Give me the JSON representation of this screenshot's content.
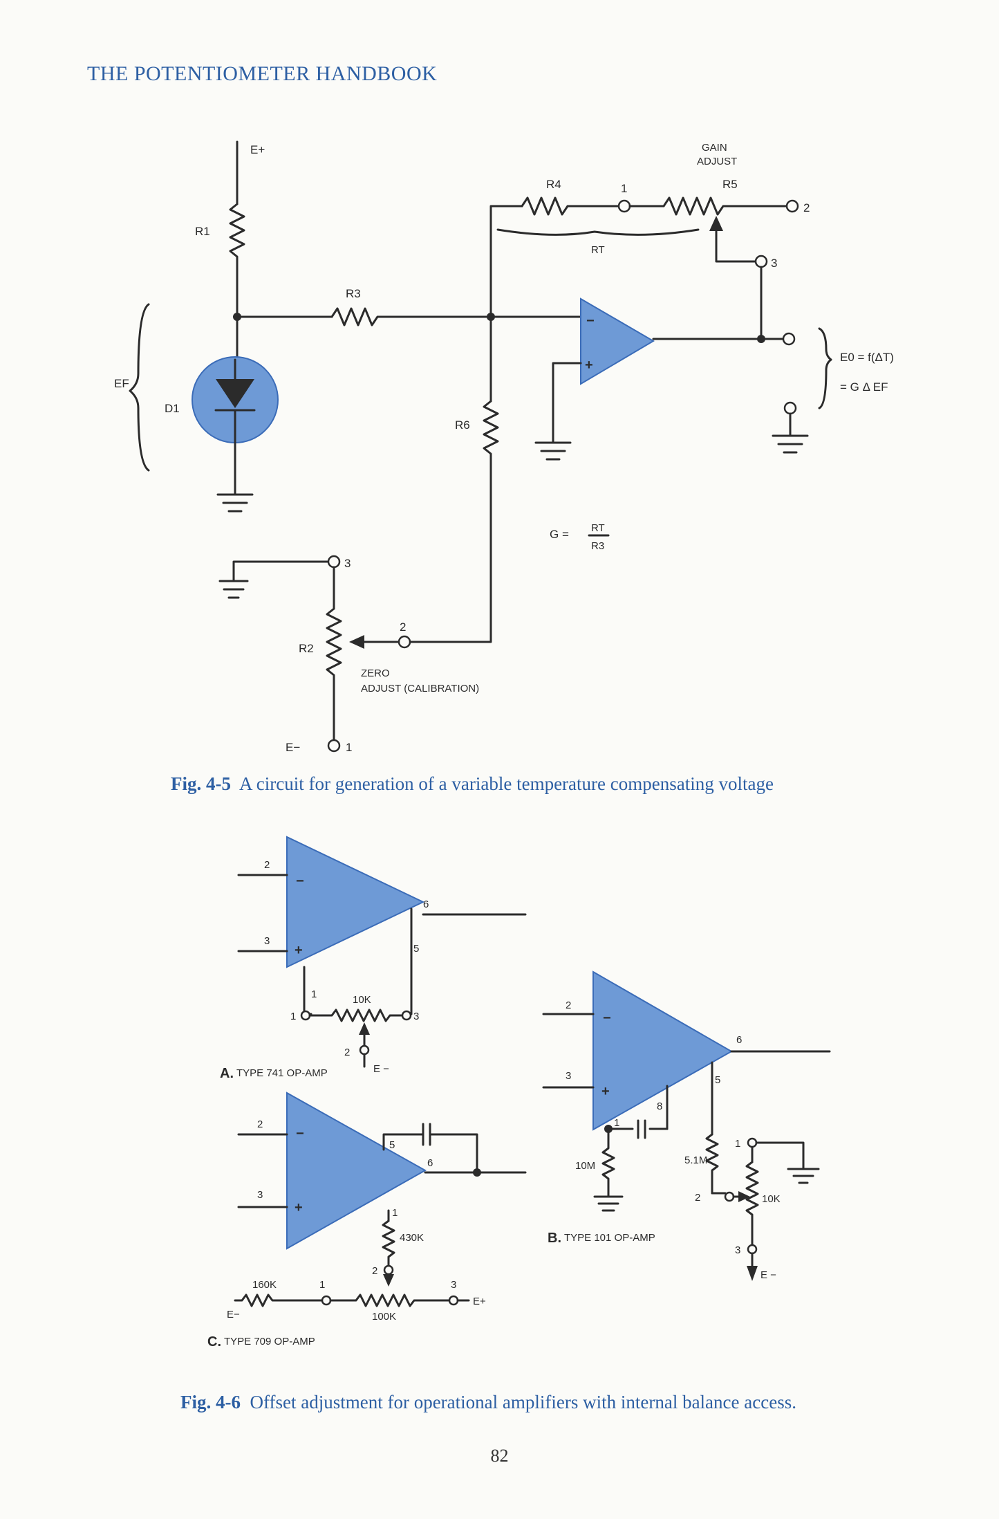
{
  "header": {
    "title": "THE POTENTIOMETER HANDBOOK"
  },
  "fig45": {
    "caption_num": "Fig. 4-5",
    "caption_text": "A circuit for generation of a variable temperature compensating voltage",
    "labels": {
      "e_plus": "E+",
      "r1": "R1",
      "r2": "R2",
      "r3": "R3",
      "r4": "R4",
      "r5": "R5",
      "r6": "R6",
      "rt": "RT",
      "d1": "D1",
      "ef": "EF",
      "gain_adjust_1": "GAIN",
      "gain_adjust_2": "ADJUST",
      "zero_adjust_1": "ZERO",
      "zero_adjust_2": "ADJUST (CALIBRATION)",
      "e_minus": "E−",
      "pin_1a": "1",
      "pin_2a": "2",
      "pin_3a": "3",
      "pin_3b": "3",
      "pin_2b": "2",
      "pin_1b": "1",
      "eo_line1": "E0 = f(ΔT)",
      "eo_line2": "= G Δ EF",
      "g_eq": "G =",
      "g_num": "RT",
      "g_den": "R3",
      "minus": "−",
      "plus": "+"
    }
  },
  "fig46": {
    "caption_num": "Fig. 4-6",
    "caption_text": "Offset adjustment for operational amplifiers with internal balance access.",
    "a": {
      "title_letter": "A.",
      "title": "TYPE 741 OP-AMP",
      "pin2": "2",
      "pin3": "3",
      "pin6": "6",
      "pin5": "5",
      "pin1": "1",
      "term1": "1",
      "term3": "3",
      "term2": "2",
      "pot": "10K",
      "supply": "E −"
    },
    "b": {
      "title_letter": "B.",
      "title": "TYPE 101 OP-AMP",
      "pin2": "2",
      "pin3": "3",
      "pin6": "6",
      "pin5": "5",
      "pin1": "1",
      "pin8": "8",
      "r_10m": "10M",
      "r_51m": "5.1M",
      "pot": "10K",
      "term1": "1",
      "term2": "2",
      "term3": "3",
      "supply": "E −"
    },
    "c": {
      "title_letter": "C.",
      "title": "TYPE 709 OP-AMP",
      "pin2": "2",
      "pin3": "3",
      "pin5": "5",
      "pin6": "6",
      "pin1": "1",
      "r_430k": "430K",
      "r_160k": "160K",
      "pot": "100K",
      "term1": "1",
      "term2": "2",
      "term3": "3",
      "e_minus": "E−",
      "e_plus": "E+"
    }
  },
  "page_number": "82",
  "colors": {
    "accent": "#2d5fa3",
    "component_fill": "#6e9ad6",
    "ink": "#2b2b2b"
  }
}
